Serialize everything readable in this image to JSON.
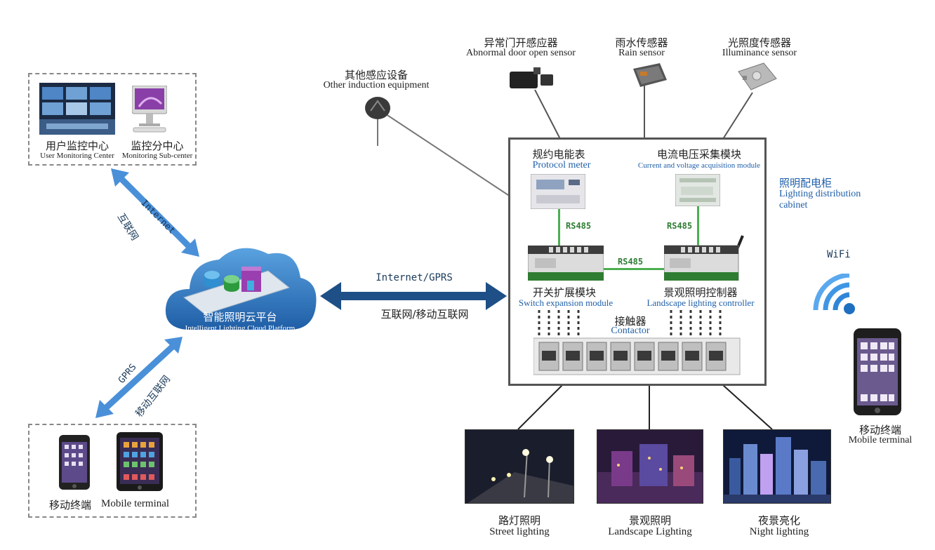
{
  "monitor_group": {
    "user_center_cn": "用户监控中心",
    "user_center_en": "User Monitoring Center",
    "sub_center_cn": "监控分中心",
    "sub_center_en": "Monitoring Sub-center"
  },
  "link_top": {
    "en": "Internet",
    "cn": "互联网"
  },
  "cloud": {
    "cn": "智能照明云平台",
    "en": "Intelligent Lighting Cloud Platform"
  },
  "link_bottom": {
    "en": "GPRS",
    "cn": "移动互联网"
  },
  "mobile_group": {
    "cn": "移动终端",
    "en": "Mobile terminal"
  },
  "link_right": {
    "en": "Internet/GPRS",
    "cn": "互联网/移动互联网"
  },
  "sensors": {
    "other": {
      "cn": "其他感应设备",
      "en": "Other induction equipment"
    },
    "door": {
      "cn": "异常门开感应器",
      "en": "Abnormal door open sensor"
    },
    "rain": {
      "cn": "雨水传感器",
      "en": "Rain sensor"
    },
    "illum": {
      "cn": "光照度传感器",
      "en": "Illuminance sensor"
    }
  },
  "cabinet": {
    "label_cn": "照明配电柜",
    "label_en_1": "Lighting distribution",
    "label_en_2": "cabinet",
    "protocol_meter_cn": "规约电能表",
    "protocol_meter_en": "Protocol meter",
    "acq_cn": "电流电压采集模块",
    "acq_en": "Current and voltage acquisition module",
    "rs485_left": "RS485",
    "rs485_right": "RS485",
    "rs485_mid": "RS485",
    "switch_cn": "开关扩展模块",
    "switch_en": "Switch expansion module",
    "controller_cn": "景观照明控制器",
    "controller_en": "Landscape lighting controller",
    "contactor_cn": "接触器",
    "contactor_en": "Contactor"
  },
  "wifi": {
    "label": "WiFi"
  },
  "mobile_right": {
    "cn": "移动终端",
    "en": "Mobile terminal"
  },
  "lighting": {
    "street": {
      "cn": "路灯照明",
      "en": "Street lighting"
    },
    "landscape": {
      "cn": "景观照明",
      "en": "Landscape Lighting"
    },
    "night": {
      "cn": "夜景亮化",
      "en": "Night lighting"
    }
  },
  "colors": {
    "arrow_blue": "#4a90d9",
    "arrow_dark": "#1e4f86",
    "cloud_blue": "#2f79c2",
    "label_blue": "#1f5fa8",
    "rs485_green": "#2e7d32"
  }
}
